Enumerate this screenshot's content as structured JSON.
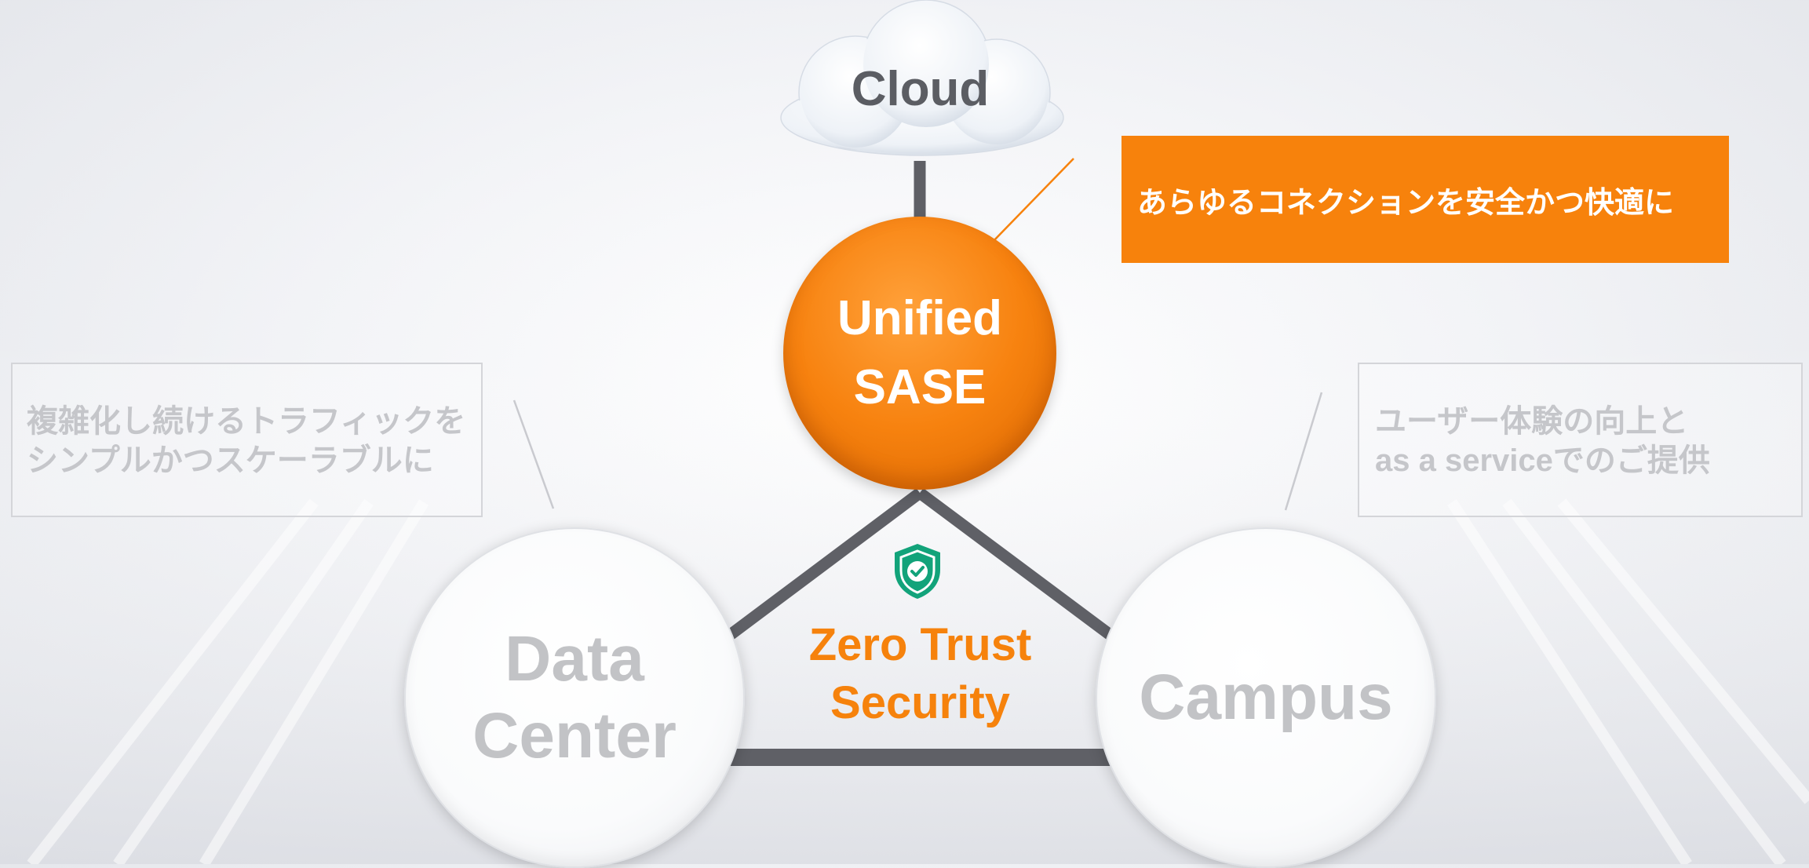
{
  "cloud": {
    "label": "Cloud"
  },
  "hub": {
    "line1": "Unified",
    "line2": "SASE"
  },
  "zero_trust": {
    "line1": "Zero Trust",
    "line2": "Security",
    "icon": "shield-check-icon"
  },
  "data_center": {
    "line1": "Data",
    "line2": "Center"
  },
  "campus": {
    "label": "Campus"
  },
  "callouts": {
    "top": "あらゆるコネクションを安全かつ快適に",
    "left": {
      "line1": "複雑化し続けるトラフィックを",
      "line2": "シンプルかつスケーラブルに"
    },
    "right": {
      "line1": "ユーザー体験の向上と",
      "line2": "as a serviceでのご提供"
    }
  },
  "colors": {
    "accent": "#f7820c",
    "connector": "#5f6066",
    "shield": "#12a37a",
    "muted_text": "#c2c3c6"
  }
}
